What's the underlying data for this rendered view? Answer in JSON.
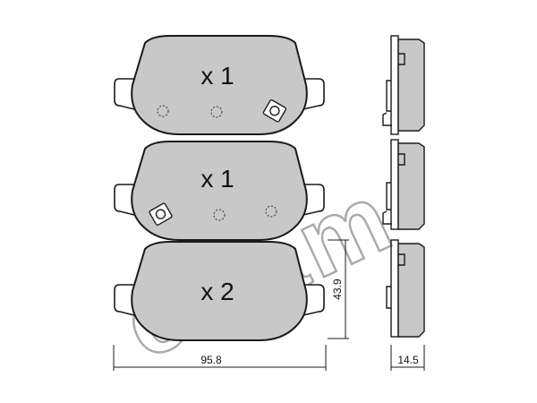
{
  "brand": {
    "watermark": "cifam"
  },
  "pads": [
    {
      "quantity_label": "x 1"
    },
    {
      "quantity_label": "x 1"
    },
    {
      "quantity_label": "x 2"
    }
  ],
  "dimensions": {
    "width": "95.8",
    "height": "43.9",
    "thickness": "14.5"
  },
  "colors": {
    "pad_fill": "#c8c8c8",
    "outline": "#1a1a1a"
  }
}
